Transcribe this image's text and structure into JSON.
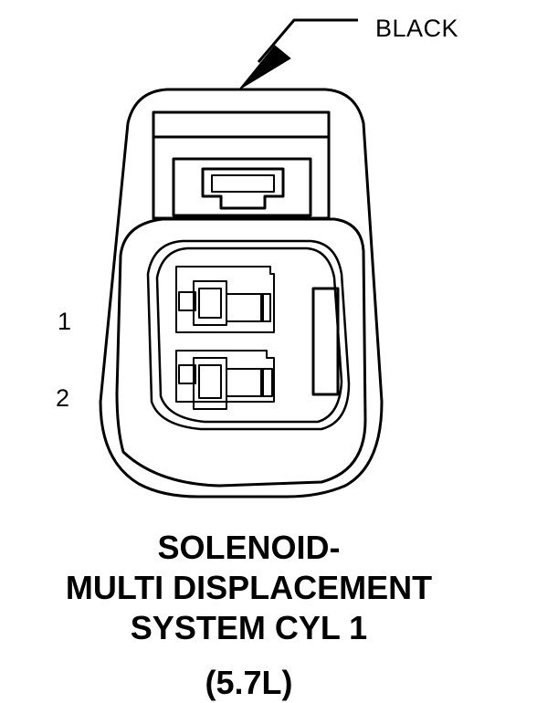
{
  "connector": {
    "color": "BLACK",
    "pins": [
      {
        "number": "1"
      },
      {
        "number": "2"
      }
    ]
  },
  "title": {
    "line1": "SOLENOID-",
    "line2": "MULTI DISPLACEMENT",
    "line3": "SYSTEM CYL 1",
    "variant": "(5.7L)"
  },
  "colors": {
    "stroke": "#000000",
    "background": "#ffffff"
  }
}
